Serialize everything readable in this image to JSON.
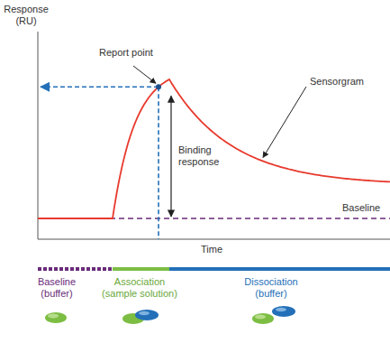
{
  "diagram": {
    "labels": [
      "Response (RU)",
      "Report point",
      "Sensorgram",
      "Binding response",
      "Baseline",
      "Time",
      "Baseline (buffer)",
      "Association (sample solution)",
      "Dissociation (buffer)"
    ]
  }
}
